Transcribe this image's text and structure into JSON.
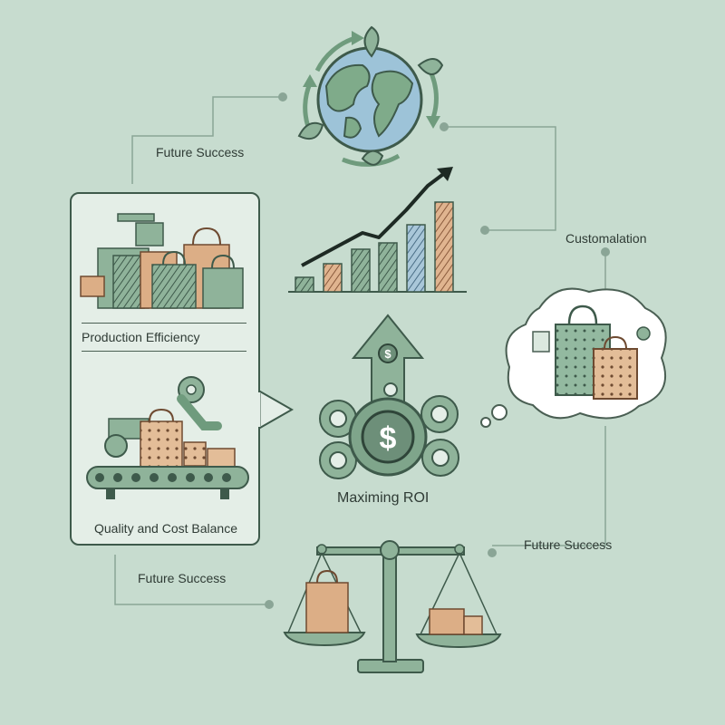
{
  "labels": {
    "future_success_top": "Future Success",
    "customalation": "Customalation",
    "production_efficiency": "Production Efficiency",
    "quality_cost_balance": "Quality and Cost Balance",
    "maximing_roi": "Maximing ROI",
    "future_success_right": "Future Success",
    "future_success_left": "Future Success"
  },
  "colors": {
    "background": "#c7dccf",
    "green": "#7fab8a",
    "dark_green": "#3e5a4b",
    "tan": "#dcae86",
    "blue": "#8fb6cf"
  },
  "icons": [
    "globe-icon",
    "growth-chart-icon",
    "gears-dollar-icon",
    "balance-scale-icon",
    "shopping-bags-icon",
    "conveyor-belt-icon",
    "thought-bubble-icon"
  ]
}
